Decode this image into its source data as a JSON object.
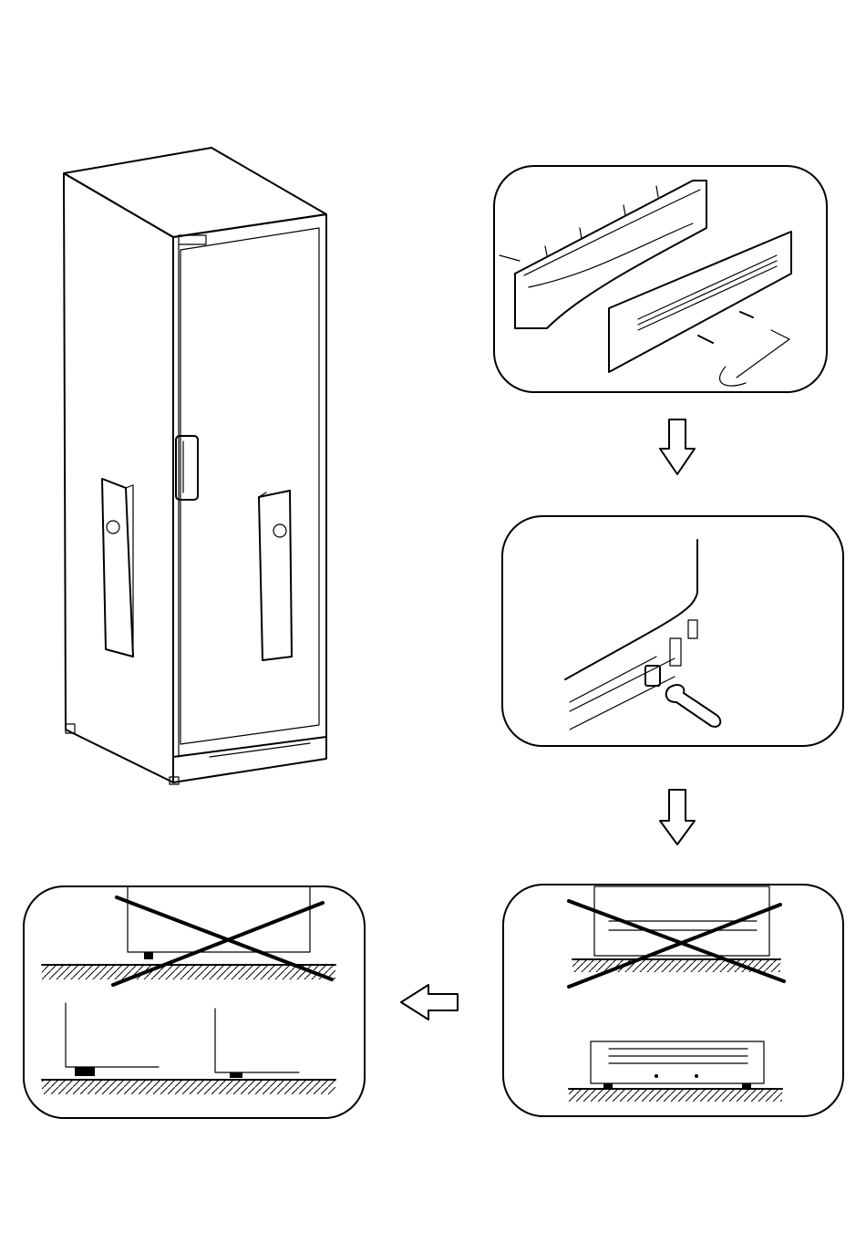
{
  "figure": {
    "panels": [
      {
        "id": "cabinet",
        "desc": "cabinet-with-packing-blocks"
      },
      {
        "id": "step-1",
        "desc": "plinth-and-grille-parts"
      },
      {
        "id": "step-2",
        "desc": "adjust-feet-with-spanner"
      },
      {
        "id": "step-3",
        "desc": "plinth-fit-check"
      },
      {
        "id": "step-4",
        "desc": "feet-level-check"
      }
    ],
    "arrows": [
      {
        "id": "arrow-1",
        "direction": "down"
      },
      {
        "id": "arrow-2",
        "direction": "down"
      },
      {
        "id": "arrow-3",
        "direction": "left"
      }
    ]
  }
}
